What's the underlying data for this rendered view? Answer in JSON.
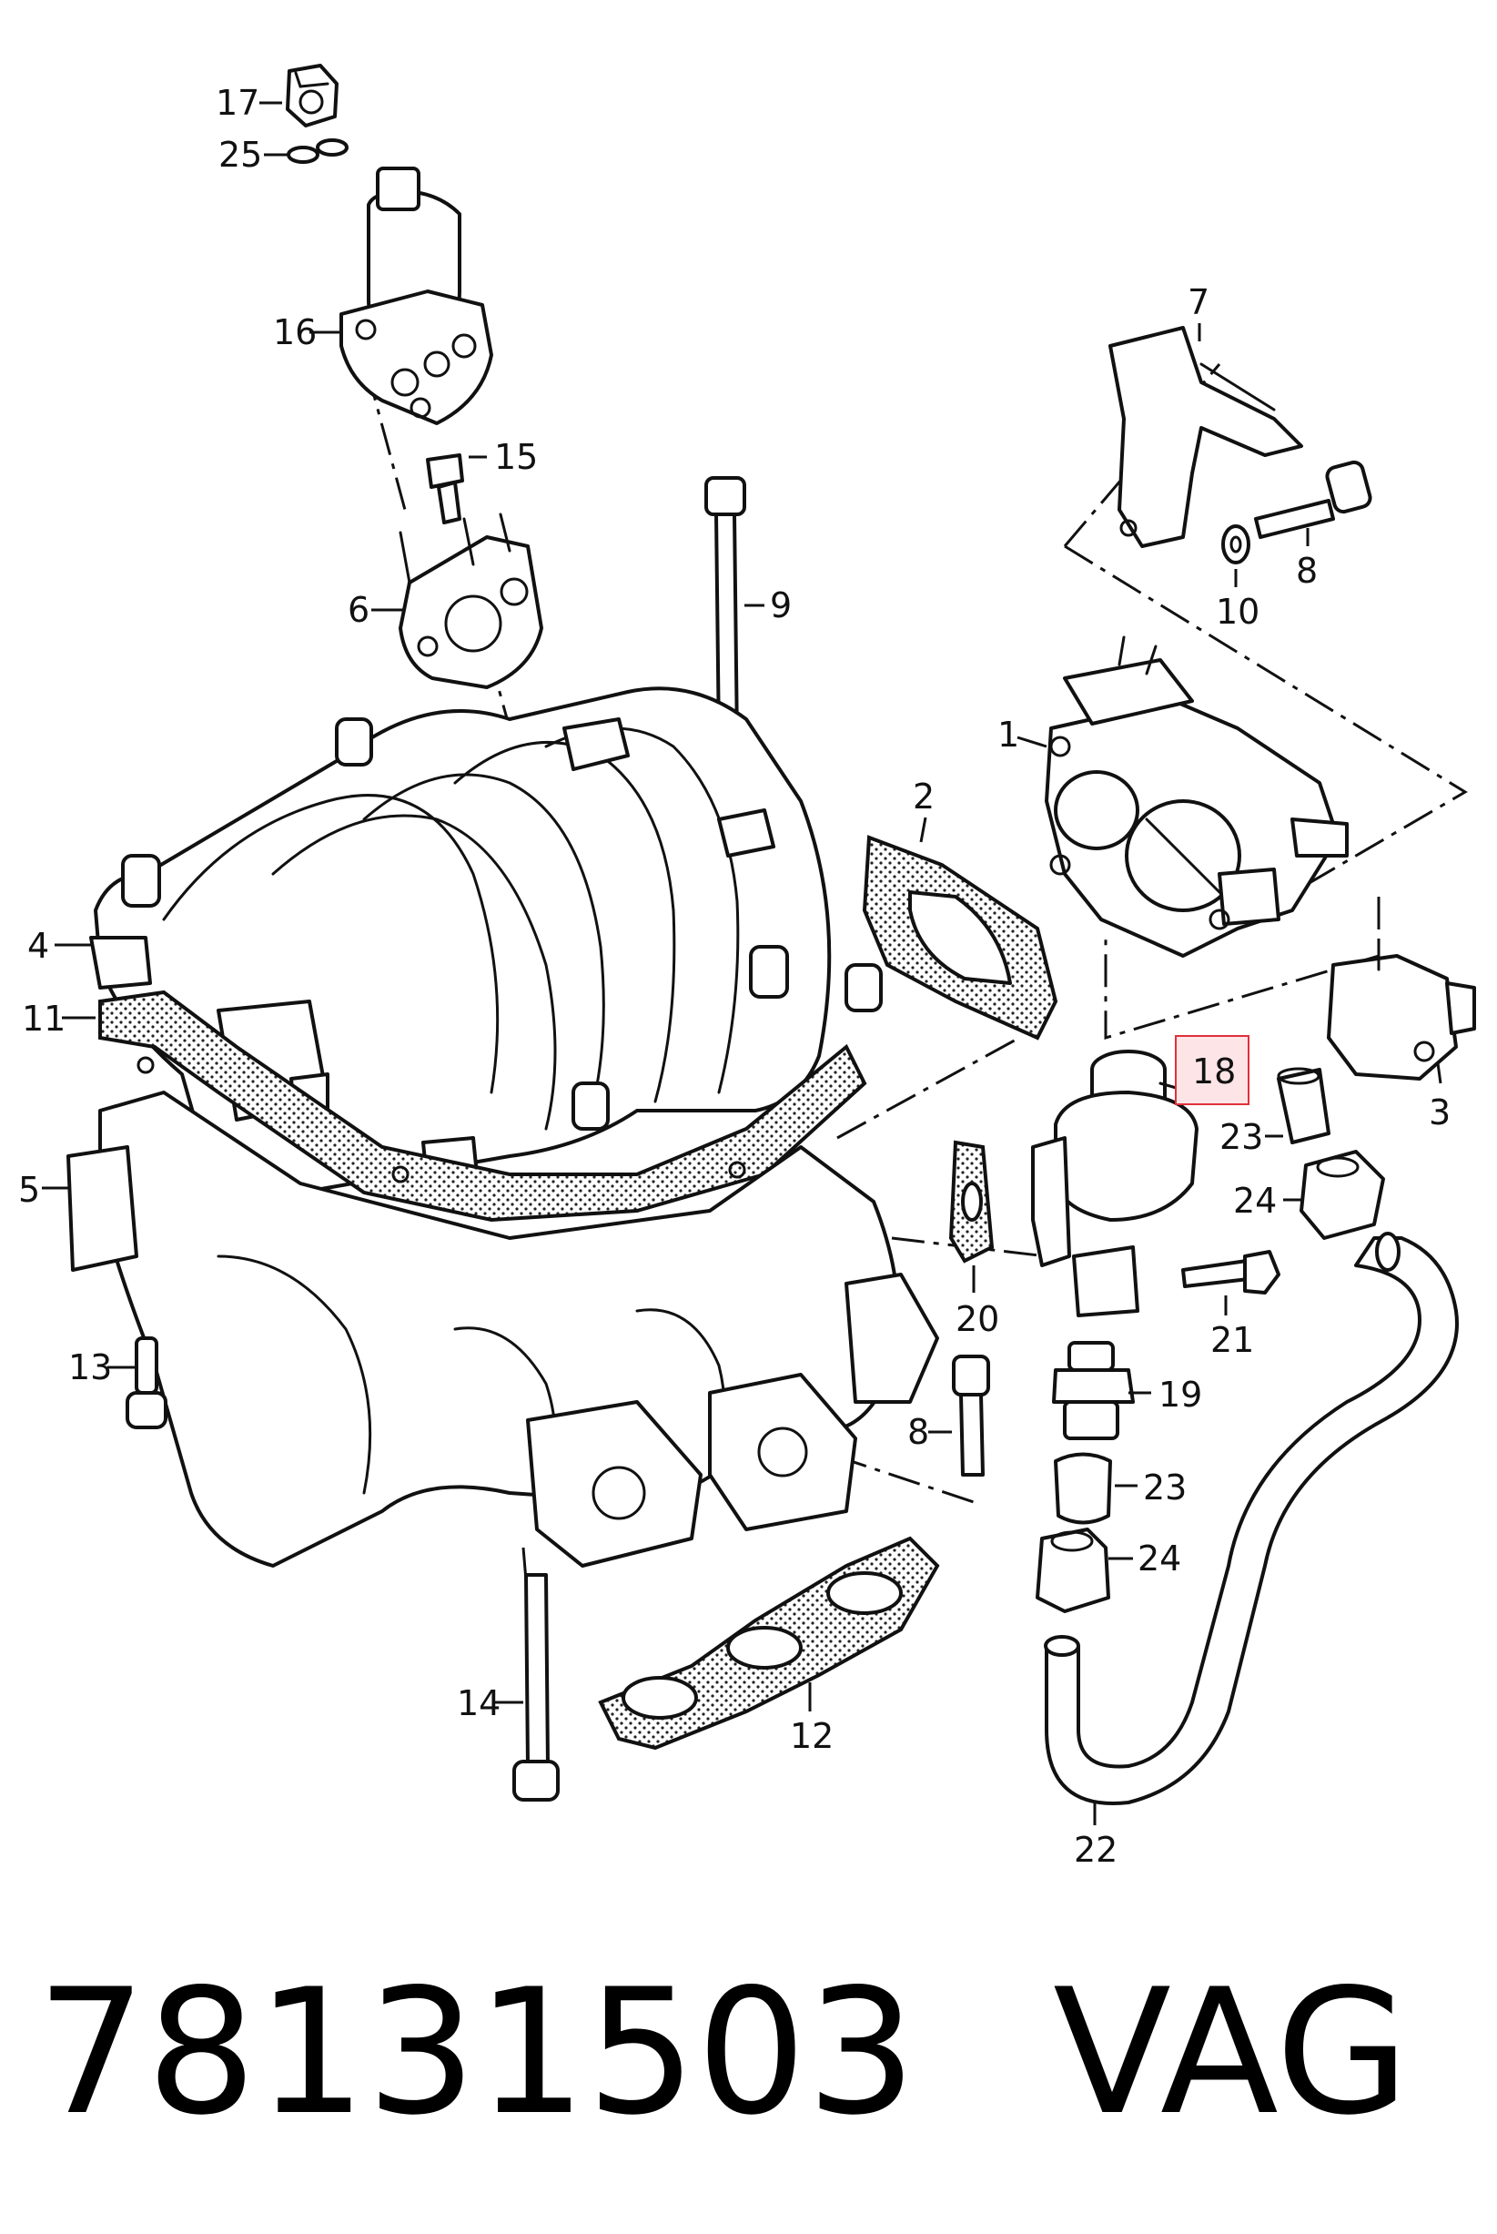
{
  "footer": {
    "part_number": "78131503",
    "brand": "VAG"
  },
  "highlight": {
    "label": "18",
    "color": "#e0303a",
    "fill": "#fde4e6"
  },
  "callouts": {
    "c1": "1",
    "c2": "2",
    "c3": "3",
    "c4": "4",
    "c5": "5",
    "c6": "6",
    "c7": "7",
    "c8a": "8",
    "c8b": "8",
    "c9": "9",
    "c10": "10",
    "c11": "11",
    "c12": "12",
    "c13": "13",
    "c14": "14",
    "c15": "15",
    "c16": "16",
    "c17": "17",
    "c19": "19",
    "c20": "20",
    "c21": "21",
    "c22": "22",
    "c23a": "23",
    "c23b": "23",
    "c24a": "24",
    "c24b": "24",
    "c25": "25"
  }
}
